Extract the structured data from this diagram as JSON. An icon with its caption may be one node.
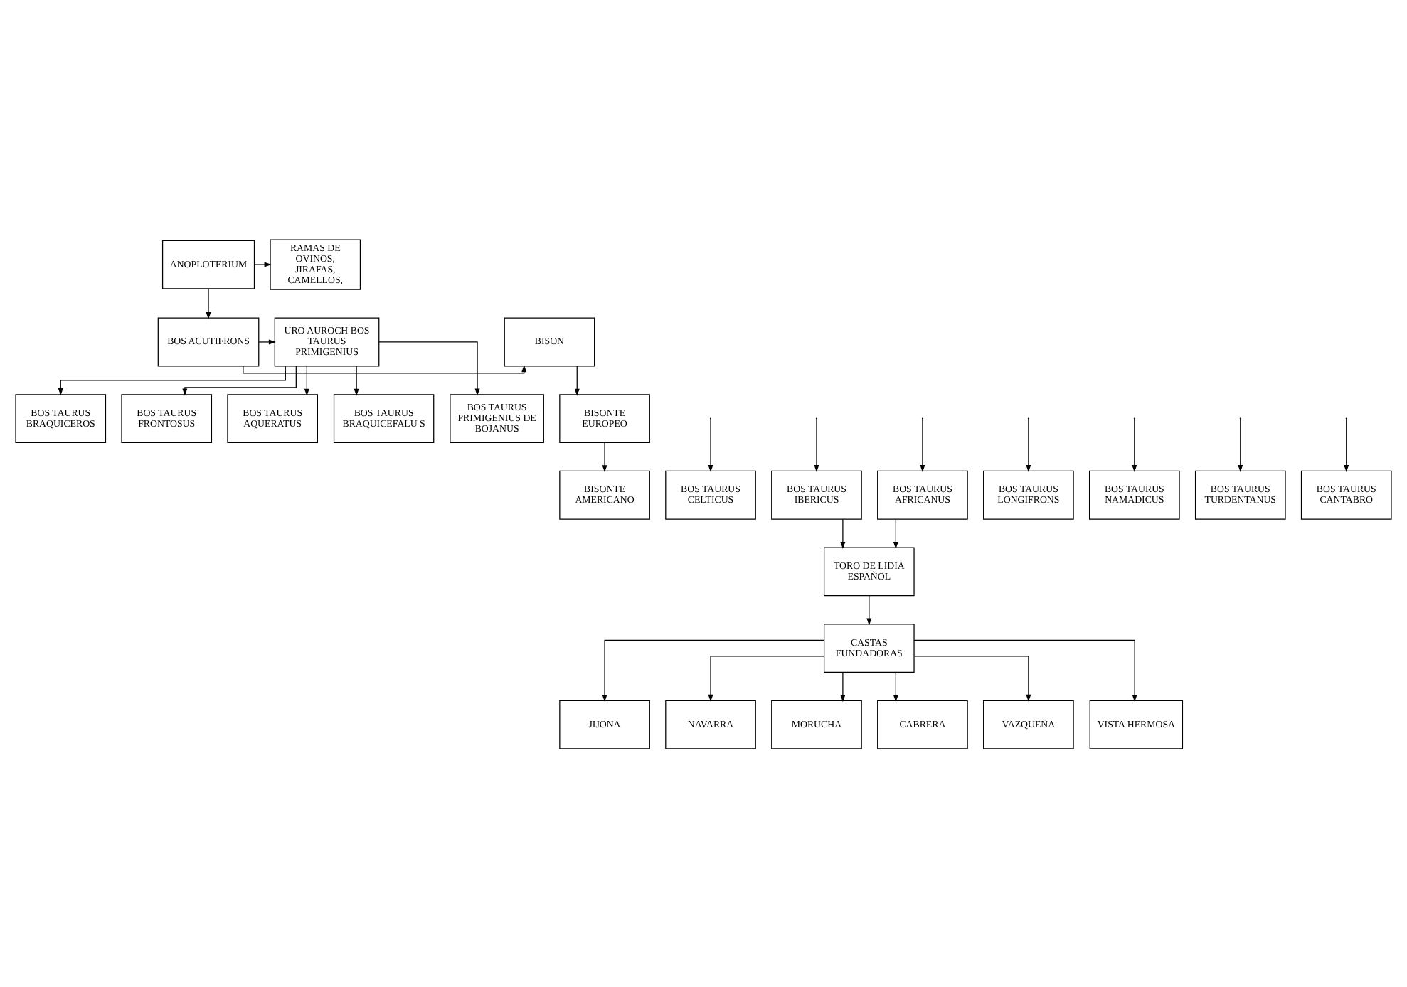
{
  "diagram": {
    "nodes": [
      {
        "text": [
          "ANOPLOTERIUM"
        ]
      },
      {
        "text": [
          "RAMAS DE OVINOS, JIRAFAS, CAMELLOS,"
        ]
      },
      {
        "text": [
          "BISON"
        ]
      },
      {
        "text": [
          "BOS ACUTIFRONS"
        ]
      },
      {
        "text": [
          "URO AUROCH BOS TAURUS PRIMIGENIUS"
        ]
      },
      {
        "text": [
          "BISONTE EUROPEO"
        ]
      },
      {
        "text": [
          "BISONTE AMERICANO"
        ]
      },
      {
        "text": [
          "BOS TAURUS BRAQUICEROS"
        ]
      },
      {
        "text": [
          "BOS TAURUS FRONTOSUS"
        ]
      },
      {
        "text": [
          "BOS TAURUS AQUERATUS"
        ]
      },
      {
        "text": [
          "BOS TAURUS BRAQUICEFALU S"
        ]
      },
      {
        "text": [
          "BOS TAURUS PRIMIGENIUS DE BOJANUS"
        ]
      },
      {
        "text": [
          "BOS TAURUS CELTICUS"
        ]
      },
      {
        "text": [
          "BOS TAURUS AFRICANUS"
        ]
      },
      {
        "text": [
          "BOS TAURUS IBERICUS"
        ]
      },
      {
        "text": [
          "BOS TAURUS LONGIFRONS"
        ]
      },
      {
        "text": [
          "BOS TAURUS NAMADICUS"
        ]
      },
      {
        "text": [
          "BOS TAURUS TURDENTANUS"
        ]
      },
      {
        "text": [
          "BOS TAURUS CANTABRO"
        ]
      },
      {
        "text": [
          "TORO DE LIDIA ESPAÑOL"
        ]
      },
      {
        "text": [
          "CASTAS FUNDADORAS"
        ]
      },
      {
        "text": [
          "JIJONA"
        ]
      },
      {
        "text": [
          "NAVARRA"
        ]
      },
      {
        "text": [
          "MORUCHA"
        ]
      },
      {
        "text": [
          "CABRERA"
        ]
      },
      {
        "text": [
          "VAZQUEÑA"
        ]
      },
      {
        "text": [
          "VISTA HERMOSA"
        ]
      }
    ],
    "edges": [
      {
        "from": 0,
        "to": 1,
        "arrow": "to"
      },
      {
        "from": 0,
        "to": 3,
        "arrow": "to"
      },
      {
        "from": 3,
        "to": 2,
        "arrow": "to"
      },
      {
        "from": 3,
        "to": 4,
        "arrow": "to"
      },
      {
        "from": 2,
        "to": 5,
        "arrow": "to"
      },
      {
        "from": 5,
        "to": 6,
        "arrow": "to"
      },
      {
        "from": 4,
        "to": 7,
        "arrow": "to"
      },
      {
        "from": 4,
        "to": 8,
        "arrow": "to"
      },
      {
        "from": 4,
        "to": 9,
        "arrow": "to"
      },
      {
        "from": 4,
        "to": 10,
        "arrow": "to"
      },
      {
        "from": 4,
        "to": 11,
        "arrow": "to"
      },
      {
        "from": null,
        "to": 12,
        "arrow": "to"
      },
      {
        "from": null,
        "to": 13,
        "arrow": "to"
      },
      {
        "from": null,
        "to": 14,
        "arrow": "to"
      },
      {
        "from": null,
        "to": 15,
        "arrow": "to"
      },
      {
        "from": null,
        "to": 16,
        "arrow": "to"
      },
      {
        "from": null,
        "to": 17,
        "arrow": "to"
      },
      {
        "from": null,
        "to": 18,
        "arrow": "to"
      },
      {
        "from": 13,
        "to": 19,
        "arrow": "to"
      },
      {
        "from": 14,
        "to": 19,
        "arrow": "to"
      },
      {
        "from": 19,
        "to": 20,
        "arrow": "to"
      },
      {
        "from": 20,
        "to": 21,
        "arrow": "to"
      },
      {
        "from": 20,
        "to": 22,
        "arrow": "to"
      },
      {
        "from": 20,
        "to": 23,
        "arrow": "to"
      },
      {
        "from": 20,
        "to": 24,
        "arrow": "to"
      },
      {
        "from": 20,
        "to": 25,
        "arrow": "to"
      },
      {
        "from": 20,
        "to": 26,
        "arrow": "to"
      }
    ]
  }
}
